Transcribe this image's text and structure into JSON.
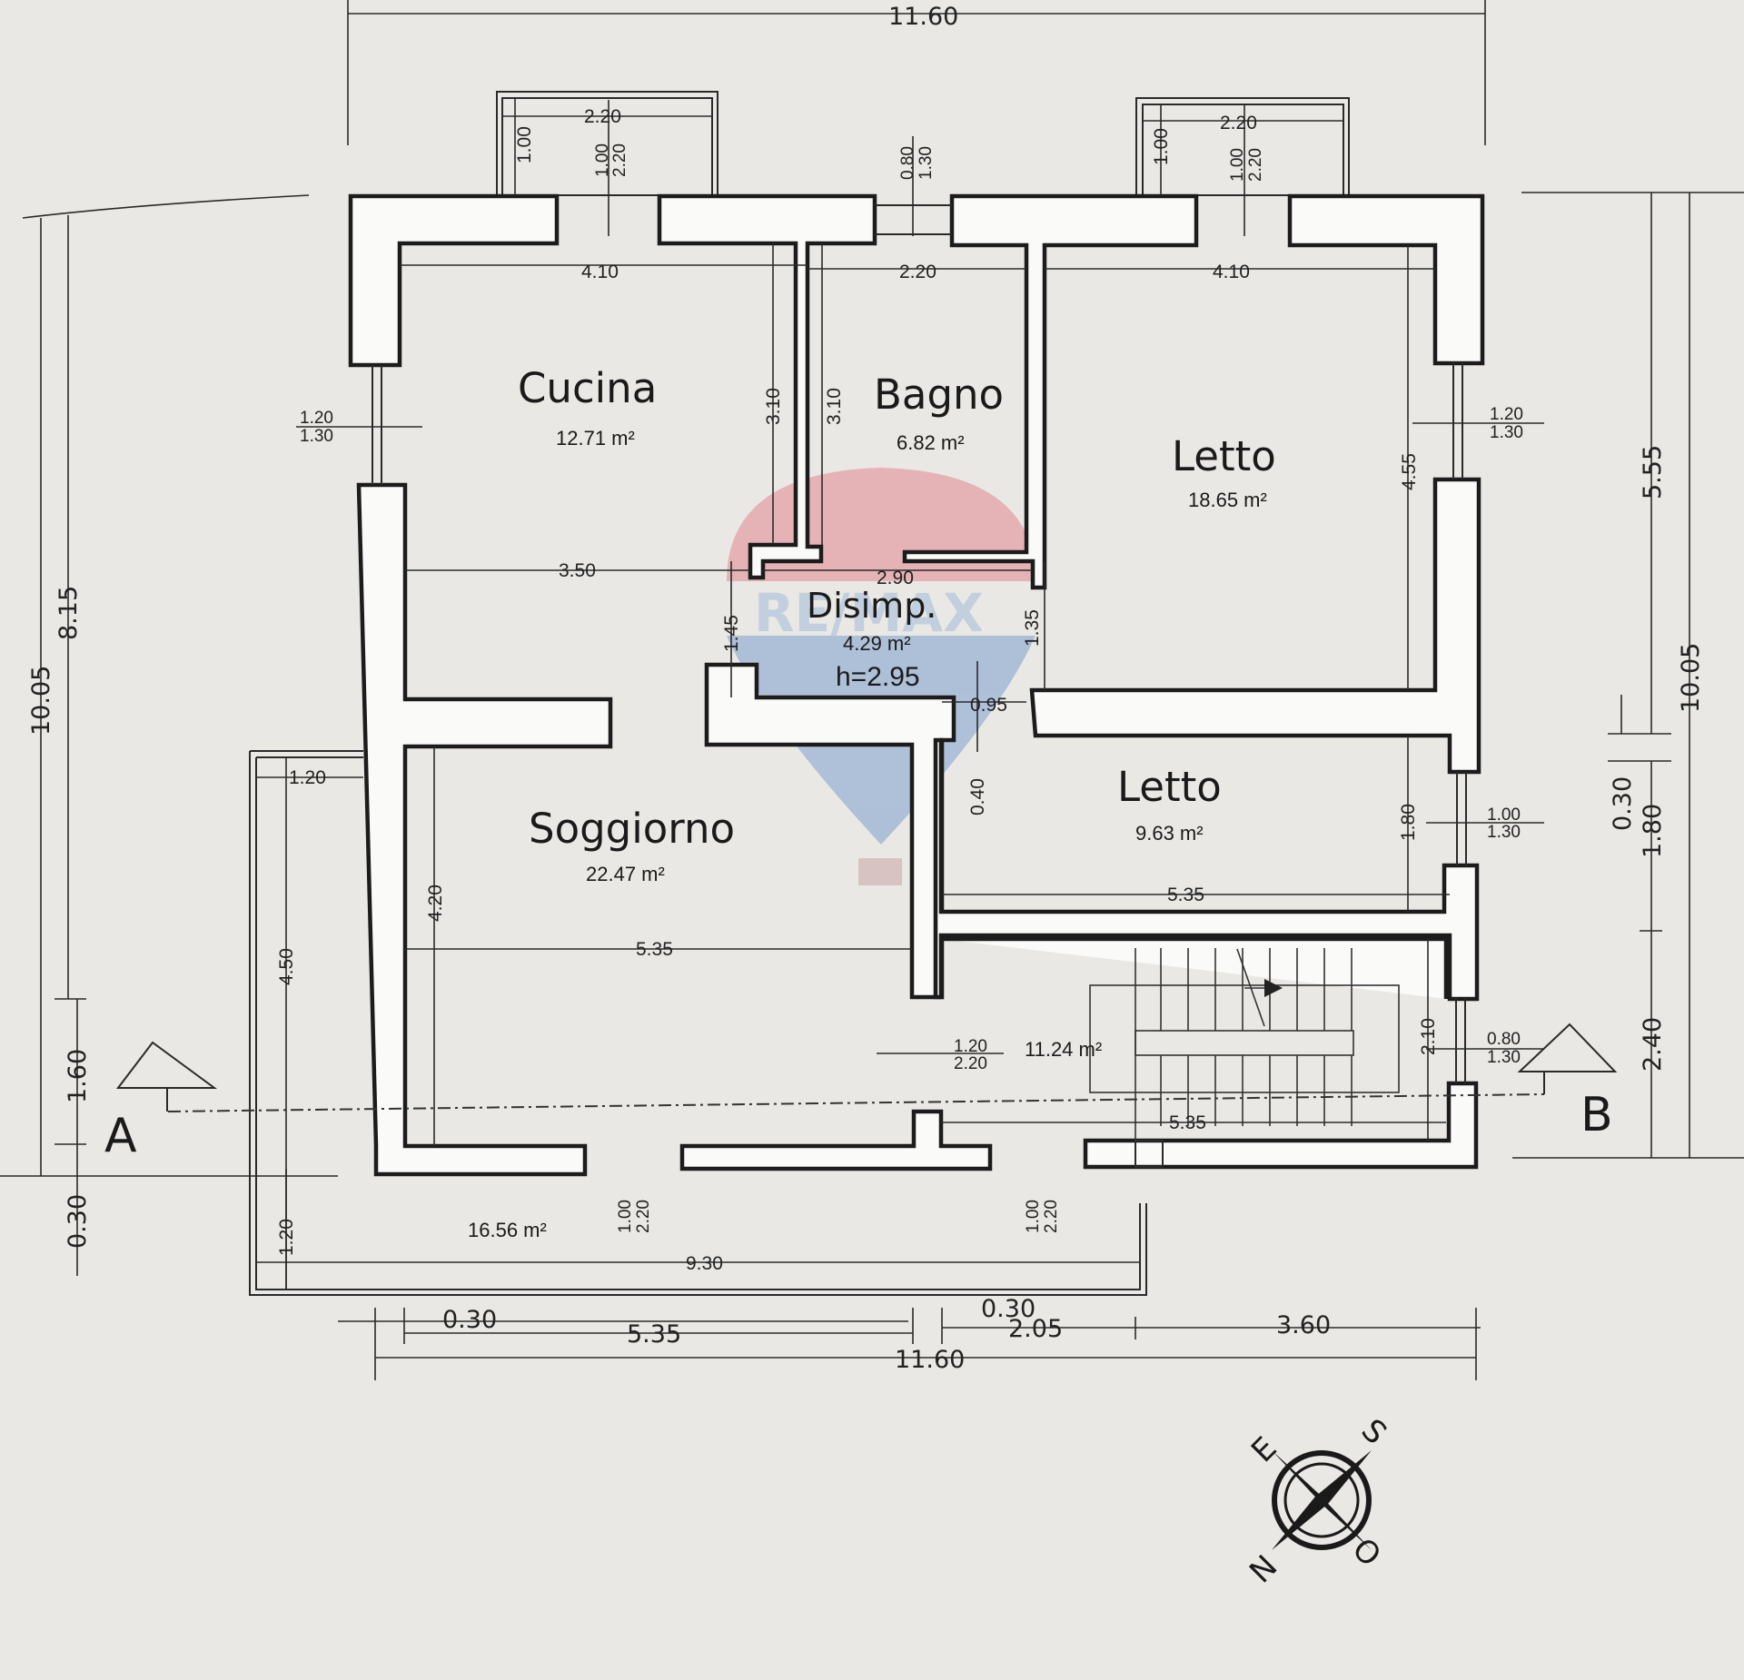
{
  "watermark": {
    "text": "RE/MAX",
    "registered": "®"
  },
  "rooms": {
    "cucina": {
      "name": "Cucina",
      "area": "12.71 m²"
    },
    "bagno": {
      "name": "Bagno",
      "area": "6.82 m²"
    },
    "letto1": {
      "name": "Letto",
      "area": "18.65 m²"
    },
    "disimpegno": {
      "name": "Disimp.",
      "area": "4.29 m²",
      "height": "h=2.95"
    },
    "letto2": {
      "name": "Letto",
      "area": "9.63 m²"
    },
    "soggiorno": {
      "name": "Soggiorno",
      "area": "22.47 m²"
    },
    "scala": {
      "area": "11.24 m²"
    },
    "terrazzo": {
      "area": "16.56 m²"
    }
  },
  "section_labels": {
    "a": "A",
    "b": "B"
  },
  "compass": {
    "n": "N",
    "e": "E",
    "s": "S",
    "o": "O"
  },
  "dimensions": {
    "top_total": "11.60",
    "balcony_left_w": "2.20",
    "balcony_left_d": "1.00",
    "balcony_left_win_a": "1.00",
    "balcony_left_win_b": "2.20",
    "window_bagno_a": "0.80",
    "window_bagno_b": "1.30",
    "balcony_right_w": "2.20",
    "balcony_right_d": "1.00",
    "balcony_right_win_a": "1.00",
    "balcony_right_win_b": "2.20",
    "cucina_w": "4.10",
    "bagno_w": "2.20",
    "letto1_w": "4.10",
    "cucina_h": "3.10",
    "bagno_h": "3.10",
    "letto1_h": "4.55",
    "win_left_a": "1.20",
    "win_left_b": "1.30",
    "win_right_a": "1.20",
    "win_right_b": "1.30",
    "soggiorno_top_w": "3.50",
    "disimp_w": "2.90",
    "disimp_h": "1.45",
    "disimp_h2": "1.35",
    "door_w": "0.95",
    "wall_off": "0.40",
    "letto2_w": "5.35",
    "letto2_h": "1.80",
    "letto2_win_a": "1.00",
    "letto2_win_b": "1.30",
    "terrace_side": "1.20",
    "soggiorno_h": "4.20",
    "terrace_h": "4.50",
    "soggiorno_w": "5.35",
    "door_stair_a": "1.20",
    "door_stair_b": "2.20",
    "stair_h": "2.10",
    "stair_win_a": "0.80",
    "stair_win_b": "1.30",
    "stair_w": "5.35",
    "door_bottom_left_a": "1.00",
    "door_bottom_left_b": "2.20",
    "door_bottom_right_a": "1.00",
    "door_bottom_right_b": "2.20",
    "terrace_h2": "1.20",
    "terrace_w": "9.30",
    "bottom_a": "0.30",
    "bottom_b": "5.35",
    "bottom_c": "0.30",
    "bottom_d": "2.05",
    "bottom_e": "3.60",
    "bottom_total": "11.60",
    "left_total": "10.05",
    "left_a": "8.15",
    "left_b": "1.60",
    "left_c": "0.30",
    "right_total": "10.05",
    "right_a": "5.55",
    "right_b": "0.30",
    "right_c": "1.80",
    "right_d": "2.40"
  }
}
